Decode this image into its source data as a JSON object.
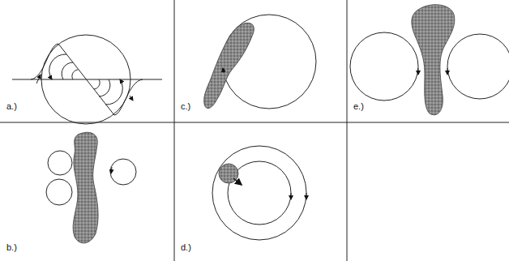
{
  "diagram": {
    "labels": [
      "a.)",
      "b.)",
      "c.)",
      "d.)",
      "e.)"
    ]
  }
}
